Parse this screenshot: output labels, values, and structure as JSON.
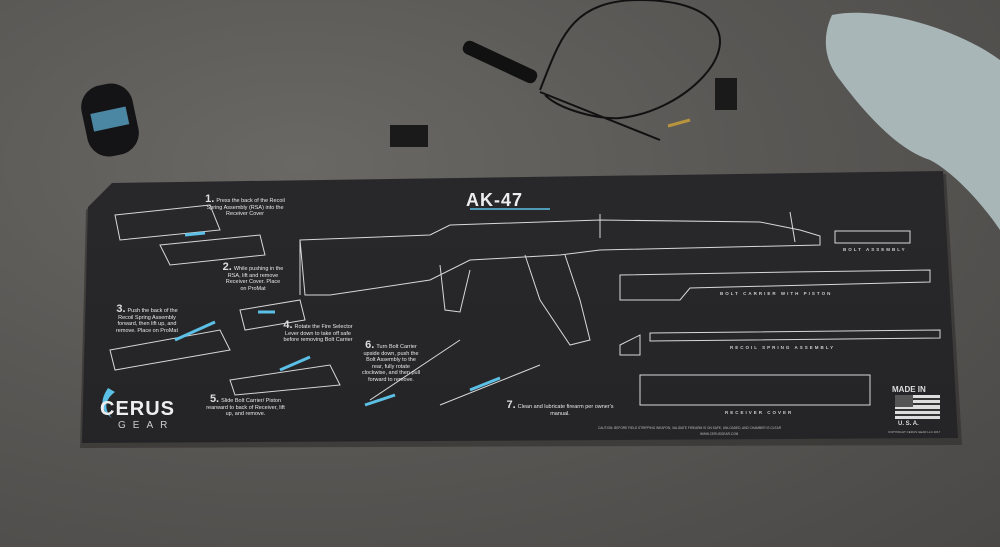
{
  "mat": {
    "title": "AK-47",
    "brand": {
      "name": "CERUS",
      "sub": "GEAR"
    },
    "steps": [
      {
        "num": "1.",
        "text": "Press the back of the Recoil Spring Assembly (RSA) into the Receiver Cover"
      },
      {
        "num": "2.",
        "text": "While pushing in the RSA, lift and remove Receiver Cover. Place on ProMat"
      },
      {
        "num": "3.",
        "text": "Push the back of the Recoil Spring Assembly forward, then lift up, and remove. Place on ProMat"
      },
      {
        "num": "4.",
        "text": "Rotate the Fire Selector Lever down to take off safe before removing Bolt Carrier"
      },
      {
        "num": "5.",
        "text": "Slide Bolt Carrier/ Piston rearward to back of Receiver, lift up, and remove."
      },
      {
        "num": "6.",
        "text": "Turn Bolt Carrier upside down, push the Bolt Assembly to the rear, fully rotate clockwise, and then pull forward to remove."
      },
      {
        "num": "7.",
        "text": "Clean and lubricate firearm per owner's manual."
      }
    ],
    "part_labels": {
      "bolt_assembly": "BOLT ASSEMBLY",
      "bolt_carrier": "BOLT CARRIER WITH PISTON",
      "recoil_spring": "RECOIL SPRING ASSEMBLY",
      "receiver_cover": "RECEIVER COVER"
    },
    "made_in": "MADE IN",
    "country": "U. S. A.",
    "caution": "CAUTION: BEFORE FIELD STRIPPING WEAPON, VALIDATE FIREARM IS ON SAFE, UNLOADED, AND CHAMBER IS CLEAR",
    "website": "WWW.CERUSGEAR.COM",
    "copyright": "COPYRIGHT CERUS GEAR LLC 2017",
    "colors": {
      "mat": "#262628",
      "accent": "#5bbfe6",
      "line": "#d8d8d8",
      "floor": "#5a5855"
    }
  }
}
